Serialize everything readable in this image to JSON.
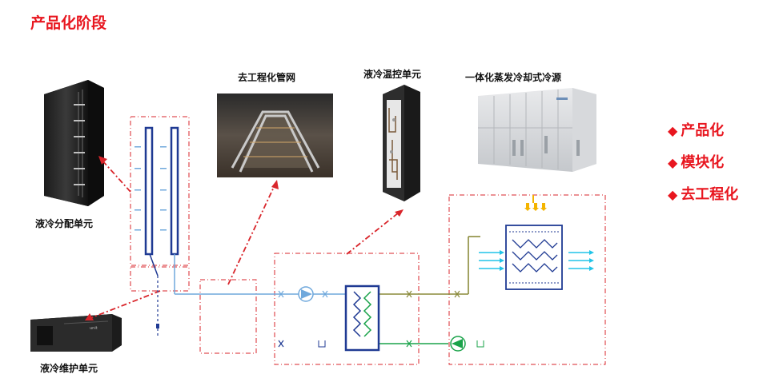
{
  "page": {
    "title": "产品化阶段"
  },
  "components": {
    "cdu_label": "液冷分配单元",
    "maintenance_label": "液冷维护单元",
    "piping_label": "去工程化管网",
    "temp_control_label": "液冷温控单元",
    "cooling_source_label": "一体化蒸发冷却式冷源"
  },
  "features": {
    "bullet": "◆",
    "items": [
      "产品化",
      "模块化",
      "去工程化"
    ]
  },
  "colors": {
    "title_red": "#e8161f",
    "dash_red": "#d9252b",
    "pipe_blue": "#1f3a93",
    "pipe_light_blue": "#6fa8dc",
    "pipe_green": "#1aa34a",
    "pipe_olive": "#8a8a3a",
    "fan_cyan": "#21c4e8",
    "nozzle_yellow": "#f4b400"
  }
}
